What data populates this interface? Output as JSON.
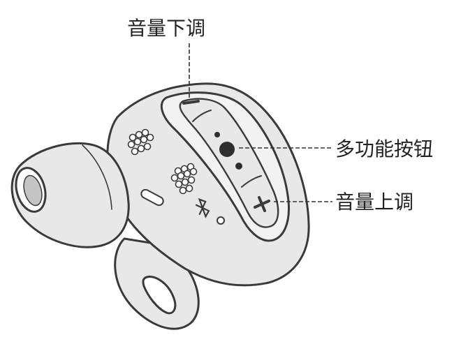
{
  "labels": {
    "volume_down": "音量下调",
    "multi_function": "多功能按钮",
    "volume_up": "音量上调"
  },
  "colors": {
    "background": "#ffffff",
    "outline": "#3a3a3a",
    "body_fill": "#e8e8e8",
    "face_fill": "#f2f2f2",
    "label_text": "#222222",
    "leader_line": "#333333"
  },
  "icons": {
    "volume_down": "minus-icon",
    "multi_function": "dot-icon",
    "volume_up": "plus-icon",
    "pairing": "bluetooth-icon",
    "speaker": "speaker-grille-icon"
  }
}
